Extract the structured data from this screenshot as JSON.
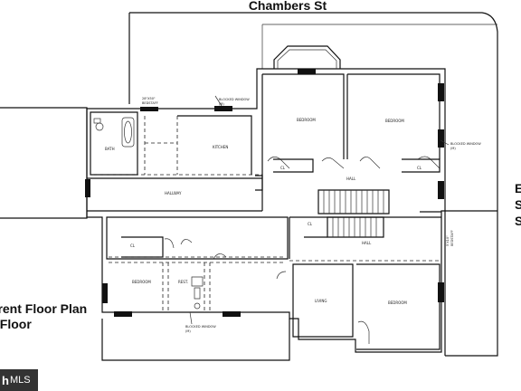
{
  "street_top": "Chambers St",
  "street_right_lines": [
    "E",
    "S",
    "S"
  ],
  "caption_lines": [
    "rrent Floor Plan",
    "l Floor"
  ],
  "watermark": {
    "brand": "h",
    "suffix": "MLS"
  },
  "rooms": {
    "bath": "BATH",
    "kitchen": "KITCHEN",
    "hallway": "HALLWAY",
    "bedroom_1": "BEDROOM",
    "bedroom_2": "BEDROOM",
    "hall_1": "HALL",
    "cl_1": "CL",
    "cl_2": "CL",
    "cl_3": "CL",
    "cl_4": "CL",
    "hall_2": "HALL",
    "bedroom_3": "BEDROOM",
    "rest": "REST.",
    "living": "LIVING",
    "bedroom_4": "BEDROOM"
  },
  "notes": {
    "blocked_window_top_1": "BLOCKED WINDOW",
    "blocked_window_top_2": "(M)",
    "blocked_window_right_1": "BLOCKED WINDOW",
    "blocked_window_right_2": "(M)",
    "blocked_window_bottom_1": "BLOCKED WINDOW",
    "blocked_window_bottom_2": "(M)",
    "dim_top_1": "28\"X50\"",
    "dim_top_2": "BEDSTAFF",
    "dim_right_1": "5'X10\"",
    "dim_right_2": "BEDSTAFF"
  }
}
